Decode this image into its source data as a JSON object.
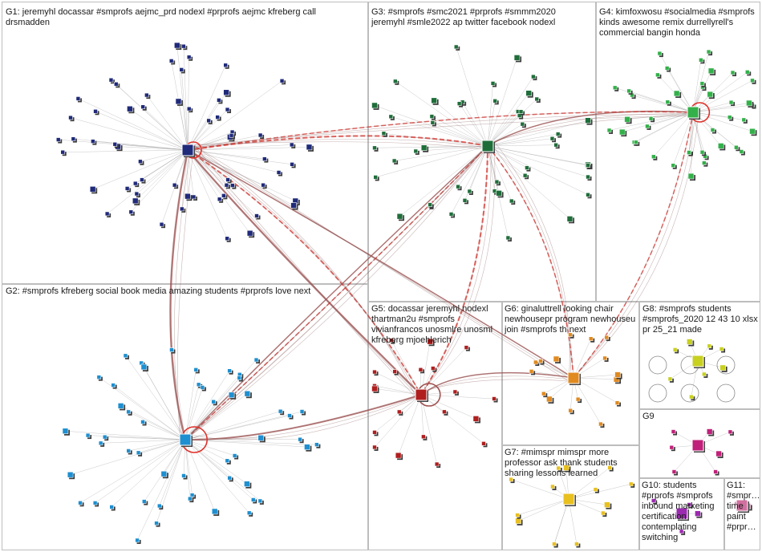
{
  "graph": {
    "edge_color": "#9a9a9a",
    "strong_edge_color": "#a05050",
    "highlight_edge_color": "#e0302a",
    "groups": [
      {
        "id": "G1",
        "label": "G1: jeremyhl docassar #smprofs aejmc_prd nodexl #prprofs aejmc kfreberg call drsmadden",
        "color": "#1f2a7a"
      },
      {
        "id": "G2",
        "label": "G2: #smprofs kfreberg social book media amazing students #prprofs love next",
        "color": "#1e8fd0"
      },
      {
        "id": "G3",
        "label": "G3: #smprofs #smc2021 #prprofs #smmm2020 jeremyhl #smle2022 ap twitter facebook nodexl",
        "color": "#1f6e3a"
      },
      {
        "id": "G4",
        "label": "G4: kimfoxwosu #socialmedia #smprofs kinds awesome remix durrellyrell's commercial bangin honda",
        "color": "#33b04a"
      },
      {
        "id": "G5",
        "label": "G5: docassar jeremyhl nodexl thartman2u #smprofs vivianfrancos unosmlre unosml kfreberg mjoehlerich",
        "color": "#b01e1e"
      },
      {
        "id": "G6",
        "label": "G6: ginaluttrell looking chair newhousepr program newhouseu join #smprofs th next",
        "color": "#e08a20"
      },
      {
        "id": "G7",
        "label": "G7: #mimspr mimspr more professor ask thank students sharing lessons learned",
        "color": "#e8c020"
      },
      {
        "id": "G8",
        "label": "G8: #smprofs students #smprofs_2020 12 43 10 xlsx pr 25_21 made",
        "color": "#c8d020"
      },
      {
        "id": "G9",
        "label": "G9",
        "color": "#c0207a"
      },
      {
        "id": "G10",
        "label": "G10: students #prprofs #smprofs inbound marketing certification contemplating switching",
        "color": "#9a2ab0"
      },
      {
        "id": "G11",
        "label": "G11: #smpr… time paint #prpr…",
        "color": "#d070a0"
      }
    ]
  }
}
